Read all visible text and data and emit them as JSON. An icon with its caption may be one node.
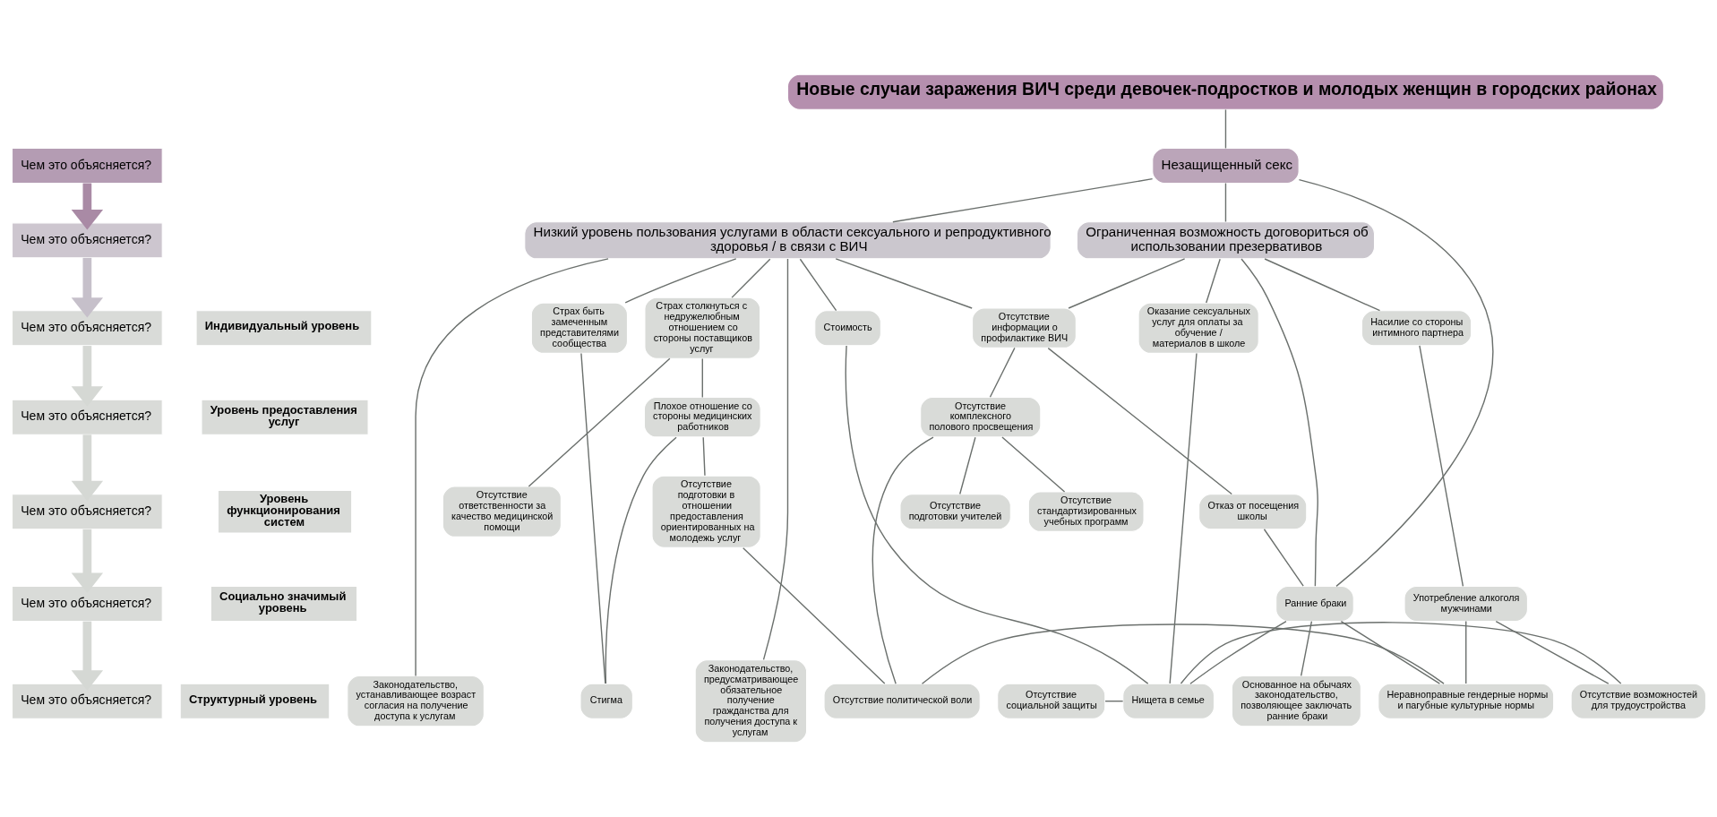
{
  "diagram": {
    "nodes": [
      {
        "text": [
          "Новые случаи заражения ВИЧ среди девочек-подростков и молодых женщин в городских районах"
        ]
      },
      {
        "text": [
          "Незащищенный секс"
        ]
      },
      {
        "text": [
          "Низкий уровень пользования услугами в области сексуального и репродуктивного здоровья / в связи с ВИЧ"
        ]
      },
      {
        "text": [
          "Ограниченная возможность договориться об использовании презервативов"
        ]
      },
      {
        "text": [
          "Страх быть замеченным представителями сообщества"
        ]
      },
      {
        "text": [
          "Страх столкнуться с недружелюбным отношением со стороны поставщиков услуг"
        ]
      },
      {
        "text": [
          "Отсутствие информации о профилактике ВИЧ"
        ]
      },
      {
        "text": [
          "Стоимость"
        ]
      },
      {
        "text": [
          "Оказание сексуальных услуг для оплаты за обучение / материалов в школе"
        ]
      },
      {
        "text": [
          "Насилие со стороны интимного партнера"
        ]
      },
      {
        "text": [
          "Плохое отношение со стороны медицинских работников"
        ]
      },
      {
        "text": [
          "Отсутствие комплексного полового просвещения"
        ]
      },
      {
        "text": [
          "Отсутствие подготовки в отношении предоставления ориентированных на молодежь услуг"
        ]
      },
      {
        "text": [
          "Отсутствие ответственности за качество медицинской помощи"
        ]
      },
      {
        "text": [
          "Отсутствие подготовки учителей"
        ]
      },
      {
        "text": [
          "Отсутствие стандартизированных учебных программ"
        ]
      },
      {
        "text": [
          "Отказ от посещения школы"
        ]
      },
      {
        "text": [
          "Ранние браки"
        ]
      },
      {
        "text": [
          "Употребление алкоголя мужчинами"
        ]
      },
      {
        "text": [
          "Стигма"
        ]
      },
      {
        "text": [
          "Отсутствие политической воли"
        ]
      },
      {
        "text": [
          "Неравноправные гендерные нормы и пагубные культурные нормы"
        ]
      },
      {
        "text": [
          "Основанное на обычаях законодательство, позволяющее заключать ранние браки"
        ]
      },
      {
        "text": [
          "Законодательство, предусматривающее обязательное получение гражданства для получения доступа к услугам"
        ]
      },
      {
        "text": [
          "Законодательство, устанавливающее возраст согласия на получение доступа к услугам"
        ]
      },
      {
        "text": [
          "Отсутствие социальной защиты"
        ]
      },
      {
        "text": [
          "Нищета в семье"
        ]
      },
      {
        "text": [
          "Отсутствие возможностей для трудоустройства"
        ]
      },
      {
        "text": [
          "Чем это объясняется?"
        ]
      },
      {
        "text": [
          "Чем это объясняется?"
        ]
      },
      {
        "text": [
          "Чем это объясняется?"
        ]
      },
      {
        "text": [
          "Индивидуальный уровень"
        ]
      },
      {
        "text": [
          "Чем это объясняется?"
        ]
      },
      {
        "text": [
          "Уровень предоставления услуг"
        ]
      },
      {
        "text": [
          "Чем это объясняется?"
        ]
      },
      {
        "text": [
          "Уровень функционирования систем"
        ]
      },
      {
        "text": [
          "Чем это объясняется?"
        ]
      },
      {
        "text": [
          "Социально значимый уровень"
        ]
      },
      {
        "text": [
          "Чем это объясняется?"
        ]
      },
      {
        "text": [
          "Структурный уровень"
        ]
      }
    ],
    "edges": [
      {
        "from": 0,
        "to": 1,
        "arrow": "none"
      },
      {
        "from": 1,
        "to": 2,
        "arrow": "none"
      },
      {
        "from": 1,
        "to": 3,
        "arrow": "none"
      },
      {
        "from": 1,
        "to": 17,
        "arrow": "none"
      },
      {
        "from": 2,
        "to": 4,
        "arrow": "none"
      },
      {
        "from": 2,
        "to": 5,
        "arrow": "none"
      },
      {
        "from": 2,
        "to": 6,
        "arrow": "none"
      },
      {
        "from": 2,
        "to": 7,
        "arrow": "none"
      },
      {
        "from": 2,
        "to": 23,
        "arrow": "none"
      },
      {
        "from": 2,
        "to": 24,
        "arrow": "none"
      },
      {
        "from": 3,
        "to": 6,
        "arrow": "none"
      },
      {
        "from": 3,
        "to": 17,
        "arrow": "none"
      },
      {
        "from": 3,
        "to": 8,
        "arrow": "none"
      },
      {
        "from": 3,
        "to": 9,
        "arrow": "none"
      },
      {
        "from": 4,
        "to": 19,
        "arrow": "none"
      },
      {
        "from": 5,
        "to": 10,
        "arrow": "none"
      },
      {
        "from": 5,
        "to": 13,
        "arrow": "none"
      },
      {
        "from": 6,
        "to": 11,
        "arrow": "none"
      },
      {
        "from": 6,
        "to": 16,
        "arrow": "none"
      },
      {
        "from": 7,
        "to": 26,
        "arrow": "none"
      },
      {
        "from": 8,
        "to": 26,
        "arrow": "none"
      },
      {
        "from": 9,
        "to": 18,
        "arrow": "none"
      },
      {
        "from": 10,
        "to": 19,
        "arrow": "none"
      },
      {
        "from": 10,
        "to": 12,
        "arrow": "none"
      },
      {
        "from": 11,
        "to": 14,
        "arrow": "none"
      },
      {
        "from": 11,
        "to": 15,
        "arrow": "none"
      },
      {
        "from": 11,
        "to": 20,
        "arrow": "none"
      },
      {
        "from": 12,
        "to": 20,
        "arrow": "none"
      },
      {
        "from": 16,
        "to": 17,
        "arrow": "none"
      },
      {
        "from": 17,
        "to": 21,
        "arrow": "none"
      },
      {
        "from": 17,
        "to": 22,
        "arrow": "none"
      },
      {
        "from": 17,
        "to": 26,
        "arrow": "none"
      },
      {
        "from": 18,
        "to": 21,
        "arrow": "none"
      },
      {
        "from": 18,
        "to": 27,
        "arrow": "none"
      },
      {
        "from": 20,
        "to": 21,
        "arrow": "none"
      },
      {
        "from": 25,
        "to": 26,
        "arrow": "none"
      },
      {
        "from": 26,
        "to": 27,
        "arrow": "none"
      },
      {
        "from": 28,
        "to": 29,
        "arrow": "to",
        "style": "thick",
        "color": "#a98aa5"
      },
      {
        "from": 29,
        "to": 30,
        "arrow": "to",
        "style": "thick",
        "color": "#c6c0ca"
      },
      {
        "from": 30,
        "to": 32,
        "arrow": "to",
        "style": "thick",
        "color": "#d5d8d4"
      },
      {
        "from": 32,
        "to": 34,
        "arrow": "to",
        "style": "thick",
        "color": "#d5d8d4"
      },
      {
        "from": 34,
        "to": 36,
        "arrow": "to",
        "style": "thick",
        "color": "#d5d8d4"
      },
      {
        "from": 36,
        "to": 38,
        "arrow": "to",
        "style": "thick",
        "color": "#d5d8d4"
      }
    ]
  }
}
